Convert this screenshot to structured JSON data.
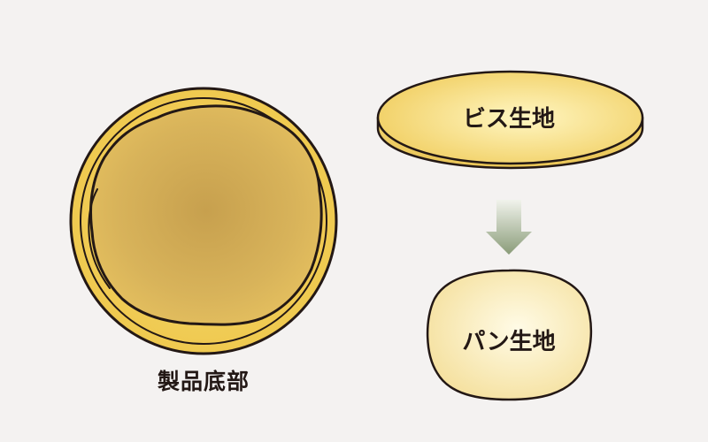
{
  "labels": {
    "product_bottom": "製品底部",
    "biscuit_dough": "ビス生地",
    "bread_dough": "パン生地"
  },
  "colors": {
    "background": "#f4f2f1",
    "outline": "#231815",
    "rim_gold": "#f2cf5a",
    "inner_center": "#c9a24f",
    "inner_edge": "#e2bd5c",
    "bis_center": "#fff4b8",
    "bis_edge": "#f3d675",
    "pan_center": "#fffbe3",
    "pan_edge": "#f6e3a6",
    "arrow_top": "#eef1e8",
    "arrow_bottom": "#8d9f7c"
  }
}
